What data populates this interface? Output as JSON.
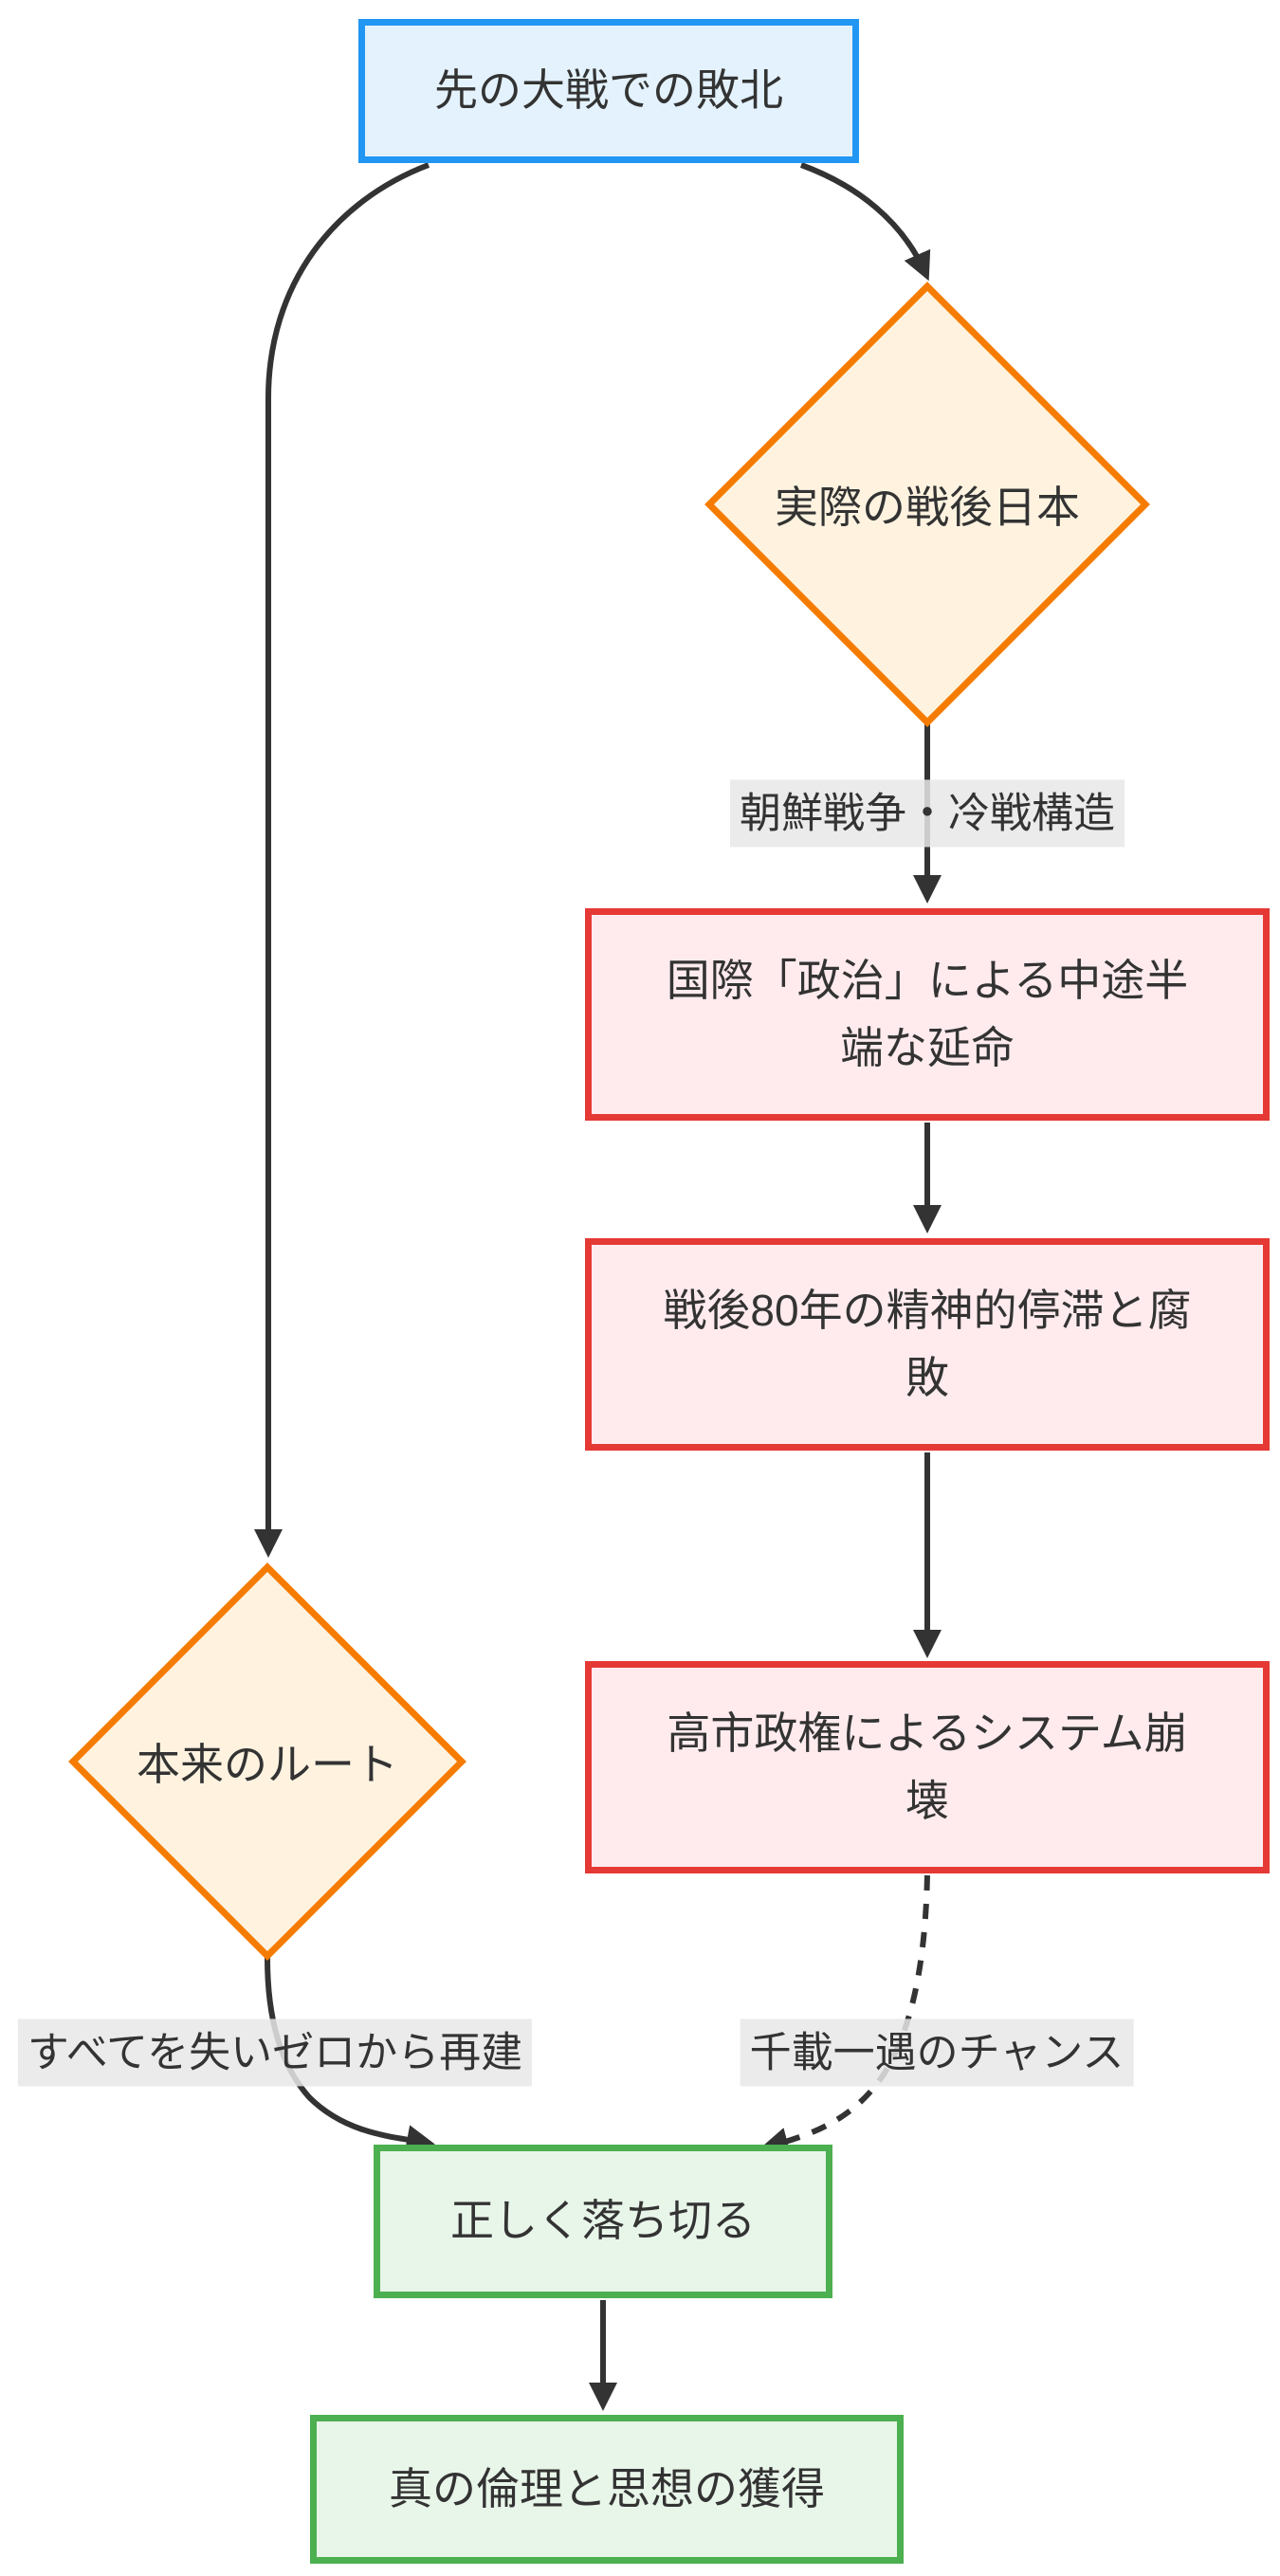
{
  "palette": {
    "background": "#ffffff",
    "edge_color": "#333333",
    "text_color": "#333333",
    "edge_label_background": "#e8e8e8",
    "blue_node": {
      "fill": "#e3f2fd",
      "stroke": "#2196f3"
    },
    "orange_node": {
      "fill": "#fff3e0",
      "stroke": "#f57c00"
    },
    "red_node": {
      "fill": "#ffebee",
      "stroke": "#e53935"
    },
    "green_node": {
      "fill": "#e8f5e9",
      "stroke": "#4caf50"
    }
  },
  "nodes": {
    "defeat": {
      "label": "先の大戦での敗北"
    },
    "actual_postwar_japan": {
      "label": "実際の戦後日本"
    },
    "halfway_prolonging": {
      "label": "国際「政治」による中途半\n端な延命"
    },
    "spiritual_stagnation": {
      "label": "戦後80年の精神的停滞と腐\n敗"
    },
    "system_collapse": {
      "label": "高市政権によるシステム崩\n壊"
    },
    "original_route": {
      "label": "本来のルート"
    },
    "fall_correctly": {
      "label": "正しく落ち切る"
    },
    "true_ethics": {
      "label": "真の倫理と思想の獲得"
    }
  },
  "edge_labels": {
    "korean_war_cold_war": "朝鮮戦争・冷戦構造",
    "rebuild_from_zero": "すべてを失いゼロから再建",
    "once_in_a_millennium": "千載一遇のチャンス"
  }
}
